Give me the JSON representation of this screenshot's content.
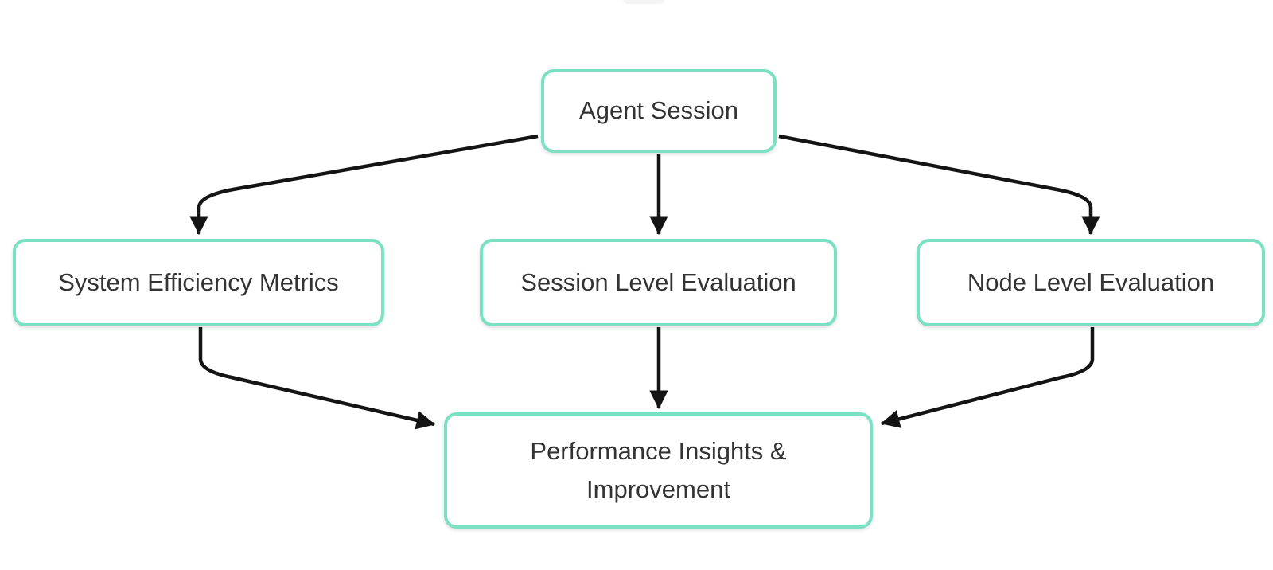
{
  "diagram": {
    "type": "flowchart",
    "direction": "top-down",
    "colors": {
      "background": "#ffffff",
      "node_border": "#7ce0c5",
      "node_fill": "#ffffff",
      "node_text": "#333333",
      "arrow": "#141414"
    },
    "nodes": [
      {
        "id": "agent-session",
        "label": "Agent Session"
      },
      {
        "id": "system-efficiency-metrics",
        "label": "System Efficiency Metrics"
      },
      {
        "id": "session-level-evaluation",
        "label": "Session Level Evaluation"
      },
      {
        "id": "node-level-evaluation",
        "label": "Node Level Evaluation"
      },
      {
        "id": "performance-insights-improvement",
        "label": "Performance Insights & Improvement"
      }
    ],
    "edges": [
      {
        "from": "agent-session",
        "to": "system-efficiency-metrics"
      },
      {
        "from": "agent-session",
        "to": "session-level-evaluation"
      },
      {
        "from": "agent-session",
        "to": "node-level-evaluation"
      },
      {
        "from": "system-efficiency-metrics",
        "to": "performance-insights-improvement"
      },
      {
        "from": "session-level-evaluation",
        "to": "performance-insights-improvement"
      },
      {
        "from": "node-level-evaluation",
        "to": "performance-insights-improvement"
      }
    ]
  }
}
